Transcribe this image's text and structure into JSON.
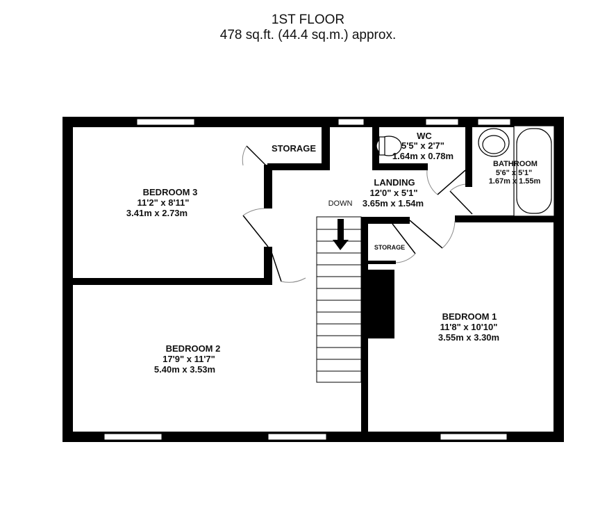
{
  "header": {
    "title": "1ST FLOOR",
    "area": "478 sq.ft. (44.4 sq.m.) approx."
  },
  "rooms": [
    {
      "name": "BEDROOM 3",
      "imperial": "11'2\"  x 8'11\"",
      "metric": "3.41m  x 2.73m"
    },
    {
      "name": "STORAGE"
    },
    {
      "name": "WC",
      "imperial": "5'5\"  x 2'7\"",
      "metric": "1.64m  x 0.78m"
    },
    {
      "name": "BATHROOM",
      "imperial": "5'6\"  x 5'1\"",
      "metric": "1.67m  x 1.55m"
    },
    {
      "name": "LANDING",
      "imperial": "12'0\"  x 5'1\"",
      "metric": "3.65m  x 1.54m"
    },
    {
      "name": "STORAGE"
    },
    {
      "name": "BEDROOM 1",
      "imperial": "11'8\"  x 10'10\"",
      "metric": "3.55m  x 3.30m"
    },
    {
      "name": "BEDROOM 2",
      "imperial": "17'9\"  x 11'7\"",
      "metric": "5.40m  x 3.53m"
    }
  ],
  "stairs_label": "DOWN",
  "colors": {
    "wall": "#000000",
    "background": "#ffffff"
  }
}
